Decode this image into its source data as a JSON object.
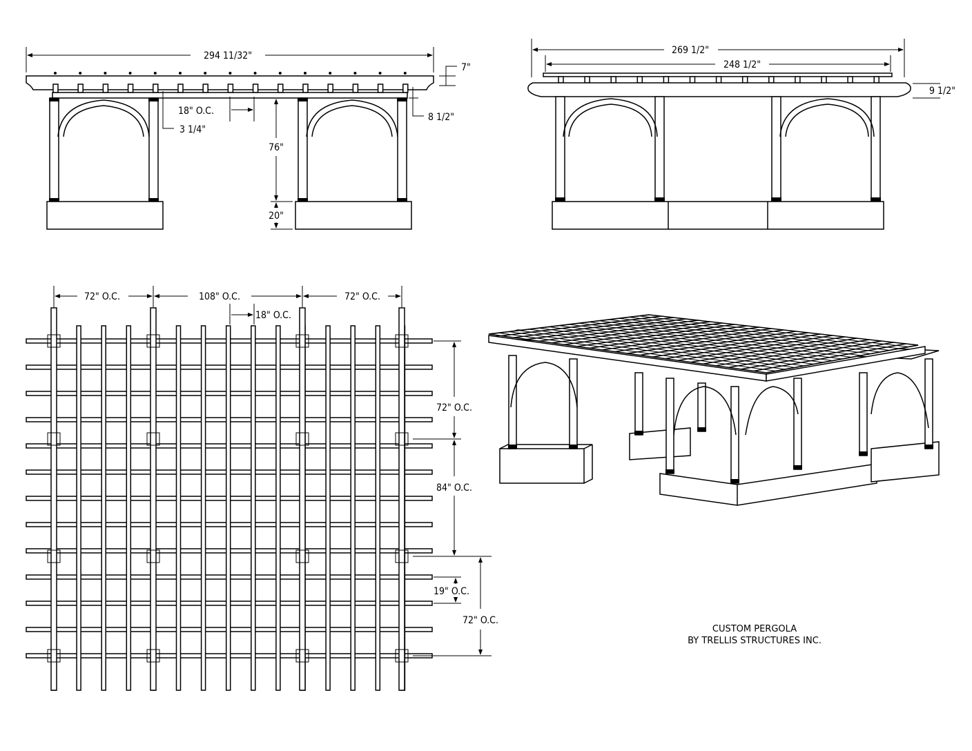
{
  "front_elevation": {
    "overall_length": "294 11/32\"",
    "rafter_height": "7\"",
    "beam_height": "8 1/2\"",
    "rafter_spacing": "18\" O.C.",
    "beam_offset": "3 1/4\"",
    "post_height": "76\"",
    "footing_height": "20\""
  },
  "side_elevation": {
    "overall_length": "269 1/2\"",
    "purlin_length": "248 1/2\"",
    "beam_height": "9 1/2\""
  },
  "plan_view": {
    "post_spacing_left": "72\" O.C.",
    "post_spacing_middle": "108\" O.C.",
    "post_spacing_right": "72\" O.C.",
    "rafter_spacing": "18\" O.C.",
    "row_spacing_top": "72\" O.C.",
    "row_spacing_middle": "84\" O.C.",
    "purlin_spacing": "19\" O.C.",
    "row_spacing_bottom": "72\" O.C."
  },
  "caption": {
    "line1": "CUSTOM PERGOLA",
    "line2": "BY TRELLIS STRUCTURES INC."
  }
}
